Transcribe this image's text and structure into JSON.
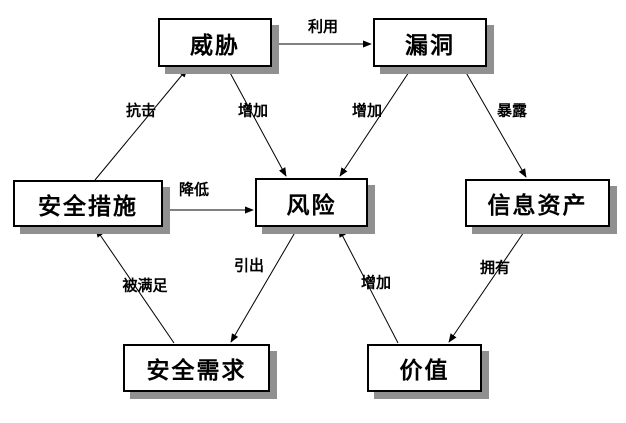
{
  "diagram": {
    "type": "concept-relationship-diagram",
    "language": "zh-CN",
    "nodes": {
      "threat": {
        "label": "威胁"
      },
      "vulnerability": {
        "label": "漏洞"
      },
      "security_measures": {
        "label": "安全措施"
      },
      "risk": {
        "label": "风险"
      },
      "information_assets": {
        "label": "信息资产"
      },
      "security_requirements": {
        "label": "安全需求"
      },
      "value": {
        "label": "价值"
      }
    },
    "edges": {
      "exploits": {
        "label": "利用",
        "from": "threat",
        "to": "vulnerability"
      },
      "resists": {
        "label": "抗击",
        "from": "security_measures",
        "to": "threat"
      },
      "threat_increases_risk": {
        "label": "增加",
        "from": "threat",
        "to": "risk"
      },
      "vulnerability_increases_risk": {
        "label": "增加",
        "from": "vulnerability",
        "to": "risk"
      },
      "exposes": {
        "label": "暴露",
        "from": "vulnerability",
        "to": "information_assets"
      },
      "reduces": {
        "label": "降低",
        "from": "security_measures",
        "to": "risk"
      },
      "leads_to": {
        "label": "引出",
        "from": "risk",
        "to": "security_requirements"
      },
      "satisfied_by": {
        "label": "被满足",
        "from": "security_requirements",
        "to": "security_measures"
      },
      "value_increases_risk": {
        "label": "增加",
        "from": "value",
        "to": "risk"
      },
      "owns": {
        "label": "拥有",
        "from": "information_assets",
        "to": "value"
      }
    },
    "colors": {
      "background": "#ffffff",
      "node_fill": "#ffffff",
      "node_border": "#000000",
      "node_shadow": "#909090",
      "text": "#000000",
      "arrow": "#000000"
    }
  }
}
